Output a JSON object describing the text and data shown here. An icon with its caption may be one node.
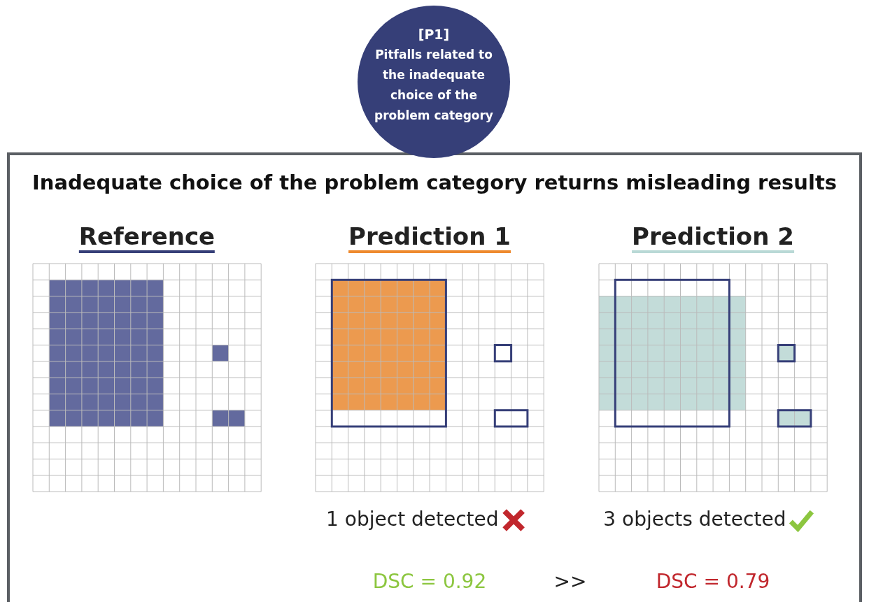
{
  "diagram": {
    "nodes": [
      {
        "text": [
          "[P1]",
          "Pitfalls related to the inadequate choice of the problem category"
        ]
      },
      {
        "text": [
          "Inadequate choice of the problem category returns misleading results"
        ]
      }
    ],
    "labels": [
      "Reference",
      "Prediction 1",
      "Prediction 2",
      "1 object detected",
      "3 objects detected",
      "DSC = 0.92",
      ">>",
      "DSC = 0.79"
    ]
  }
}
